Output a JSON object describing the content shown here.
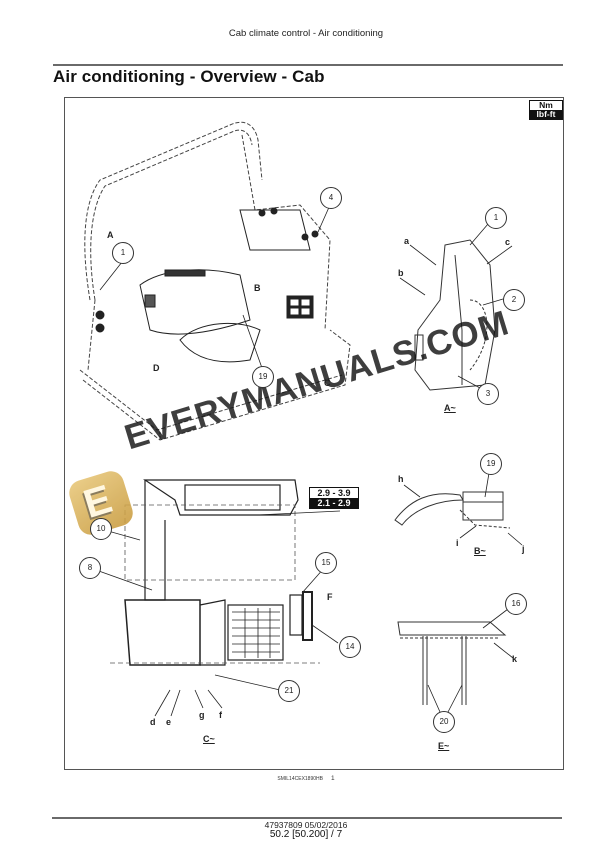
{
  "header": {
    "running_title": "Cab climate control - Air conditioning"
  },
  "page": {
    "title": "Air conditioning - Overview - Cab"
  },
  "units": {
    "primary": "Nm",
    "secondary": "lbf-ft"
  },
  "torque": {
    "nm": "2.9 - 3.9",
    "lbf_ft": "2.1 - 2.9"
  },
  "callouts": {
    "main_1": "1",
    "main_4": "4",
    "main_19": "19",
    "A_1": "1",
    "A_2": "2",
    "A_3": "3",
    "B_19": "19",
    "C_10": "10",
    "C_8": "8",
    "C_15": "15",
    "C_14": "14",
    "C_21": "21",
    "E_16": "16",
    "E_20": "20"
  },
  "letters": {
    "A": "A",
    "B": "B",
    "C": "C",
    "D": "D",
    "F": "F",
    "a": "a",
    "b": "b",
    "c": "c",
    "d": "d",
    "e": "e",
    "f": "f",
    "g": "g",
    "h": "h",
    "i": "i",
    "j": "j",
    "k": "k"
  },
  "views": {
    "A": "A~",
    "B": "B~",
    "C": "C~",
    "E": "E~"
  },
  "watermark": {
    "text": "EVERYMANUALS.COM",
    "logo_letter": "E"
  },
  "figure": {
    "id": "SMIL14CEX1890HB",
    "number": "1"
  },
  "footer": {
    "doc_number": "47937809 05/02/2016",
    "page_ref": "50.2 [50.200] / 7"
  }
}
